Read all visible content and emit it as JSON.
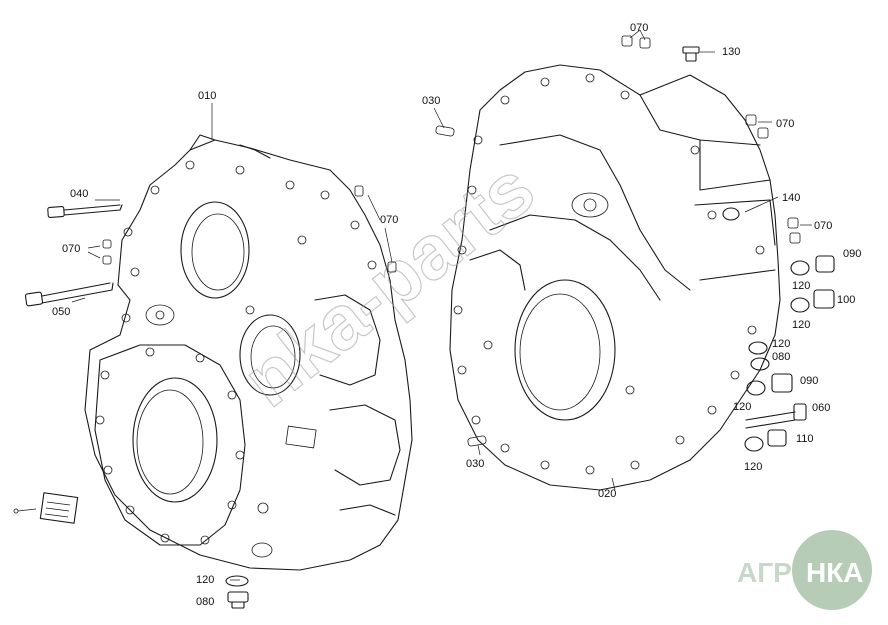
{
  "parts": {
    "p010": "010",
    "p020": "020",
    "p030a": "030",
    "p030b": "030",
    "p040": "040",
    "p050": "050",
    "p060": "060",
    "p070a": "070",
    "p070b": "070",
    "p070c": "070",
    "p070d": "070",
    "p070e": "070",
    "p080a": "080",
    "p080b": "080",
    "p090a": "090",
    "p090b": "090",
    "p100": "100",
    "p110": "110",
    "p120a": "120",
    "p120b": "120",
    "p120c": "120",
    "p120d": "120",
    "p120e": "120",
    "p120f": "120",
    "p130": "130",
    "p140": "140"
  },
  "watermark": {
    "text": "nka-parts"
  },
  "logo": {
    "text_left": "АГРО",
    "text_right": "НКА",
    "color_text": "#c8d8c8",
    "color_circle": "#b7ccb7"
  }
}
